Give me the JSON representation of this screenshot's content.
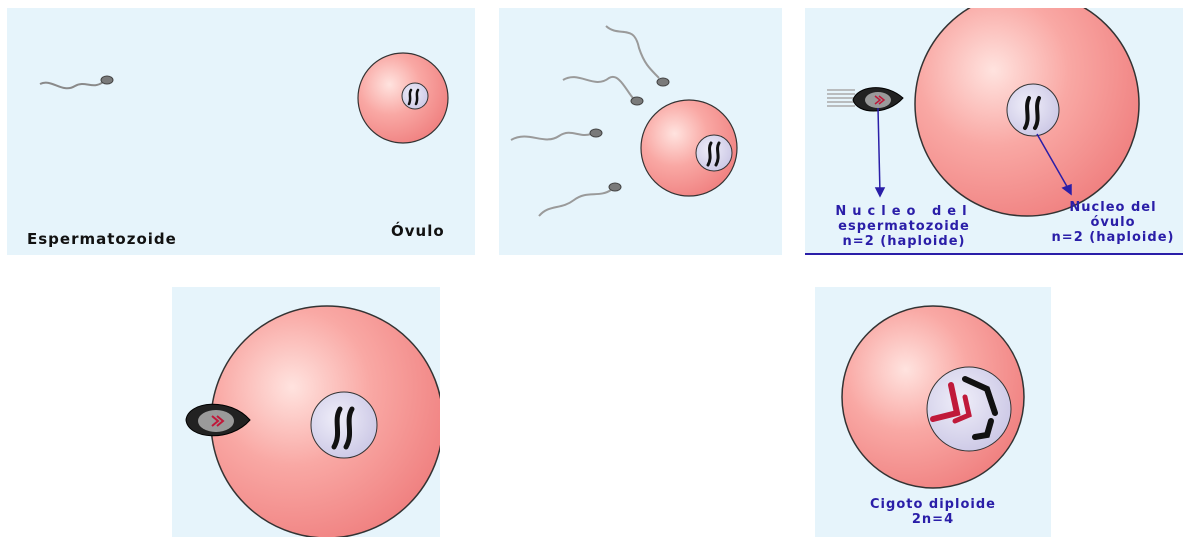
{
  "colors": {
    "background": "#e6f4fb",
    "ovum": "#f48b8b",
    "ovum_edge": "#ffd9d6",
    "nucleus": "#d7d4ec",
    "chromosome": "#111111",
    "paternal_chromosome": "#c0193a",
    "sperm": "#8a8a8a",
    "label_blue": "#2a1ea8"
  },
  "panel1": {
    "sperm_label": "Espermatozoide",
    "ovum_label": "Óvulo"
  },
  "panel3": {
    "sperm_nucleus_label_line1": "Nucleo del",
    "sperm_nucleus_label_line2": "espermatozoide",
    "sperm_nucleus_label_line3": "n=2 (haploide)",
    "ovum_nucleus_label_line1": "Nucleo del",
    "ovum_nucleus_label_line2": "óvulo",
    "ovum_nucleus_label_line3": "n=2 (haploide)"
  },
  "panel5": {
    "zygote_label_line1": "Cigoto diploide",
    "zygote_label_line2": "2n=4"
  }
}
